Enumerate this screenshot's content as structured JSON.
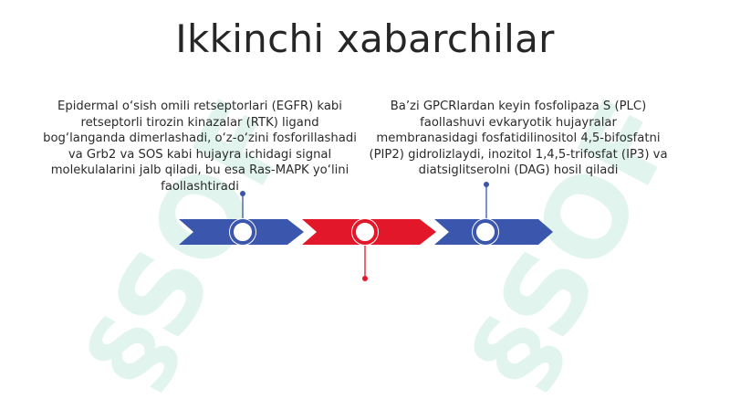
{
  "slide": {
    "title": "Ikkinchi xabarchilar",
    "notes": [
      {
        "text": "Epidermal o‘sish omili retseptorlari (EGFR) kabi retseptorli tirozin kinazalar (RTK) ligand bog‘langanda dimerlashadi, o‘z-o‘zini fosforillashadi va Grb2 va SOS kabi hujayra ichidagi signal molekulalarini jalb qiladi, bu esa Ras-MAPK yo‘lini faollashtiradi",
        "marker_color": "#3a55a9"
      },
      {
        "text": "Ba’zi GPCRlardan keyin fosfolipaza S (PLC) faollashuvi evkaryotik hujayralar membranasidagi fosfatidilinositol 4,5-bifosfatni (PIP2) gidrolizlaydi, inozitol 1,4,5-trifosfat (IP3) va diatsiglitserolni (DAG) hosil qiladi",
        "marker_color": "#3a55a9"
      }
    ],
    "middle_marker_color": "#e3172a",
    "segment_colors": [
      "#3b56ad",
      "#e3172a",
      "#3b56ad"
    ],
    "watermark": "SOF"
  }
}
